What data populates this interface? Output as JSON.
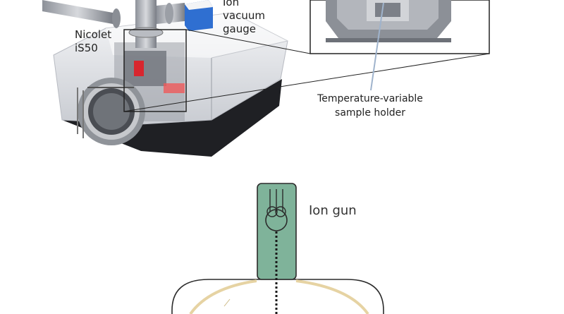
{
  "labels": {
    "instrument_line1": "Nicolet",
    "instrument_line2": "iS50",
    "gauge_line1": "Ion",
    "gauge_line2": "vacuum",
    "gauge_line3": "gauge",
    "holder_line1": "Temperature-variable",
    "holder_line2": "sample holder",
    "gun": "Ion gun"
  },
  "colors": {
    "gauge_blue": "#2f6fd1",
    "ion_gun_green": "#7fb39a",
    "heating_ring": "#e6d3a3",
    "pointer_line": "#9fb3cc"
  }
}
